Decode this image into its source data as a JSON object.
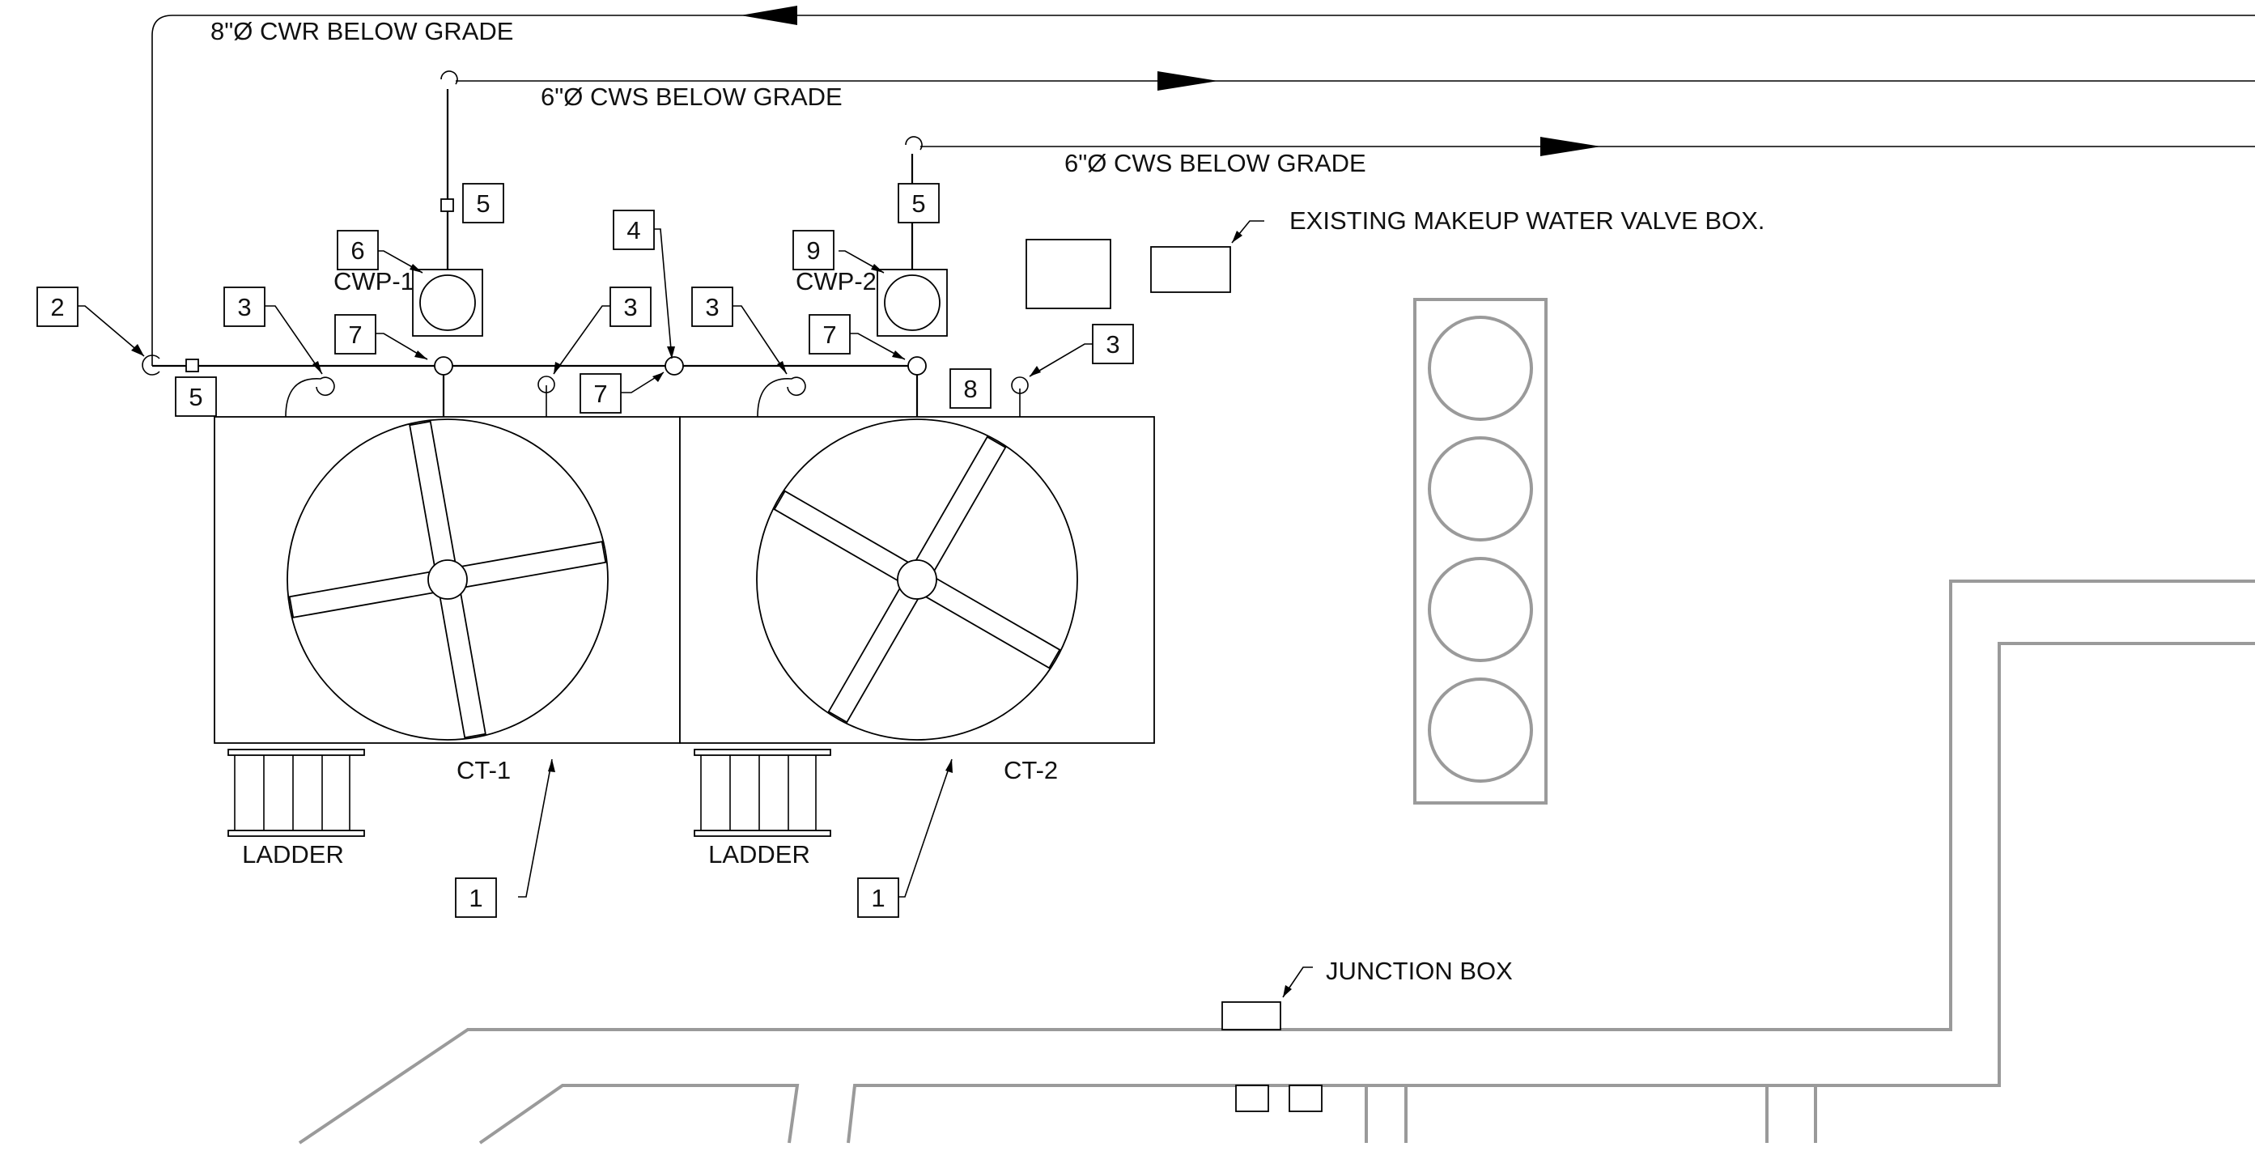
{
  "pipe_labels": {
    "cwr": "8\"Ø CWR BELOW GRADE",
    "cws_1": "6\"Ø CWS BELOW GRADE",
    "cws_2": "6\"Ø CWS BELOW GRADE"
  },
  "notes": {
    "makeup_valve": "EXISTING MAKEUP WATER VALVE BOX.",
    "junction_box": "JUNCTION BOX"
  },
  "equipment": {
    "ct1": "CT-1",
    "ct2": "CT-2",
    "cwp1": "CWP-1",
    "cwp2": "CWP-2",
    "ladder1": "LADDER",
    "ladder2": "LADDER"
  },
  "keynotes": {
    "k2": "2",
    "k3a": "3",
    "k3b": "3",
    "k3c": "3",
    "k3d": "3",
    "k4": "4",
    "k5a": "5",
    "k5b": "5",
    "k5c": "5",
    "k6": "6",
    "k7a": "7",
    "k7b": "7",
    "k7c": "7",
    "k8": "8",
    "k9": "9",
    "k1a": "1",
    "k1b": "1"
  },
  "colors": {
    "line": "#000000",
    "existing": "#9a9a9a",
    "background": "#ffffff"
  }
}
